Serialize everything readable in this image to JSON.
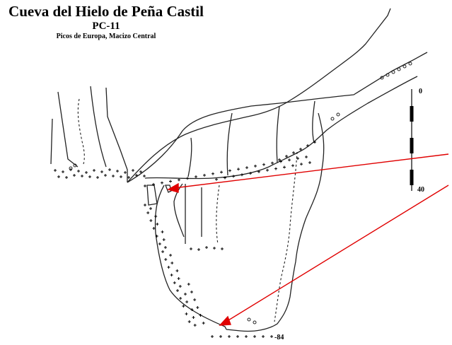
{
  "title": "Cueva del Hielo de Peña Castil",
  "code": "PC-11",
  "subtitle": "Picos de Europa, Macizo Central",
  "scale_bar": {
    "top_label": "0",
    "bottom_label": "40"
  },
  "depth_label": "-84",
  "colors": {
    "outline": "#222222",
    "ice_dots": "#000000",
    "arrow": "#e00000"
  }
}
